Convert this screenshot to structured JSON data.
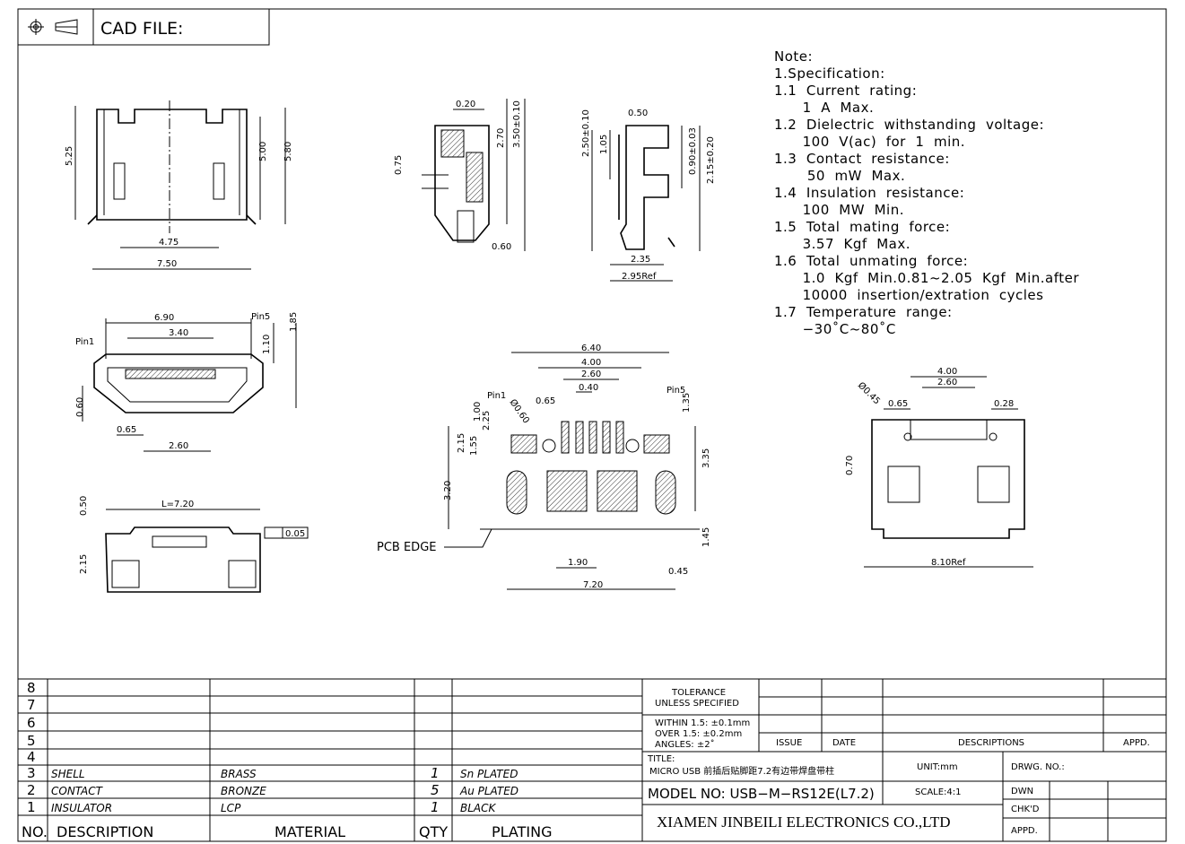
{
  "header": {
    "cad_file_label": "CAD FILE:",
    "projection_icon": "first-angle-projection-icon"
  },
  "notes": [
    "Note:",
    "1.Specification:",
    "1.1  Current  rating:",
    "      1  A  Max.",
    "1.2  Dielectric  withstanding  voltage:",
    "      100  V(ac)  for  1  min.",
    "1.3  Contact  resistance:",
    "       50  mW  Max.",
    "1.4  Insulation  resistance:",
    "      100  MW  Min.",
    "1.5  Total  mating  force:",
    "      3.57  Kgf  Max.",
    "1.6  Total  unmating  force:",
    "      1.0  Kgf  Min.0.81~2.05  Kgf  Min.after",
    "      10000  insertion/extration  cycles",
    "1.7  Temperature  range:",
    "      −30˚C~80˚C"
  ],
  "dims": {
    "front_525": "5.25",
    "front_500": "5.00",
    "front_580": "5.80",
    "front_475": "4.75",
    "front_750": "7.50",
    "side_020": "0.20",
    "side_075": "0.75",
    "side_270": "2.70",
    "side_350": "3.50±0.10",
    "side_060": "0.60",
    "r_050": "0.50",
    "r_250": "2.50±0.10",
    "r_105": "1.05",
    "r_090": "0.90±0.03",
    "r_215": "2.15±0.20",
    "r_235": "2.35",
    "r_295": "2.95Ref",
    "m_690": "6.90",
    "m_340": "3.40",
    "m_pin5": "Pin5",
    "m_pin1": "Pin1",
    "m_110": "1.10",
    "m_185": "1.85",
    "m_060": "0.60",
    "m_065": "0.65",
    "m_260": "2.60",
    "b_720": "L=7.20",
    "b_050": "0.50",
    "b_215": "2.15",
    "b_flat": "0.05",
    "p_640": "6.40",
    "p_400": "4.00",
    "p_260": "2.60",
    "p_040": "0.40",
    "p_pin1": "Pin1",
    "p_pin5": "Pin5",
    "p_065": "0.65",
    "p_060": "Ø0.60",
    "p_135": "1.35",
    "p_100": "1.00",
    "p_225": "2.25",
    "p_215": "2.15",
    "p_155": "1.55",
    "p_335": "3.35",
    "p_320": "3.20",
    "p_145": "1.45",
    "p_190": "1.90",
    "p_045": "0.45",
    "p_720": "7.20",
    "p_edge": "PCB EDGE",
    "f_400": "4.00",
    "f_260": "2.60",
    "f_045": "Ø0.45",
    "f_065": "0.65",
    "f_028": "0.28",
    "f_070": "0.70",
    "f_810": "8.10Ref"
  },
  "bom": {
    "rows": [
      {
        "no": "8",
        "desc": "",
        "mat": "",
        "qty": "",
        "plating": ""
      },
      {
        "no": "7",
        "desc": "",
        "mat": "",
        "qty": "",
        "plating": ""
      },
      {
        "no": "6",
        "desc": "",
        "mat": "",
        "qty": "",
        "plating": ""
      },
      {
        "no": "5",
        "desc": "",
        "mat": "",
        "qty": "",
        "plating": ""
      },
      {
        "no": "4",
        "desc": "",
        "mat": "",
        "qty": "",
        "plating": ""
      },
      {
        "no": "3",
        "desc": "SHELL",
        "mat": "BRASS",
        "qty": "1",
        "plating": "Sn  PLATED"
      },
      {
        "no": "2",
        "desc": "CONTACT",
        "mat": "BRONZE",
        "qty": "5",
        "plating": "Au  PLATED"
      },
      {
        "no": "1",
        "desc": "INSULATOR",
        "mat": "LCP",
        "qty": "1",
        "plating": "BLACK"
      }
    ],
    "headers": {
      "no": "NO.",
      "desc": "DESCRIPTION",
      "mat": "MATERIAL",
      "qty": "QTY",
      "plating": "PLATING"
    }
  },
  "title_block": {
    "tolerance_1": "TOLERANCE",
    "tolerance_2": "UNLESS  SPECIFIED",
    "within": "WITHIN  1.5: ±0.1mm",
    "over": "OVER  1.5:   ±0.2mm",
    "angles": "ANGLES: ±2˚",
    "issue": "ISSUE",
    "date": "DATE",
    "descriptions": "DESCRIPTIONS",
    "appd": "APPD.",
    "title_label": "TITLE:",
    "title": "MICRO USB 前插后贴脚距7.2有边带焊盘带柱",
    "unit": "UNIT:mm",
    "drwg_no": "DRWG. NO.:",
    "model": "MODEL  NO: USB−M−RS12E(L7.2)",
    "scale": "SCALE:4:1",
    "dwn": "DWN",
    "chkd": "CHK'D",
    "appd2": "APPD.",
    "company": "XIAMEN JINBEILI ELECTRONICS CO.,LTD"
  }
}
